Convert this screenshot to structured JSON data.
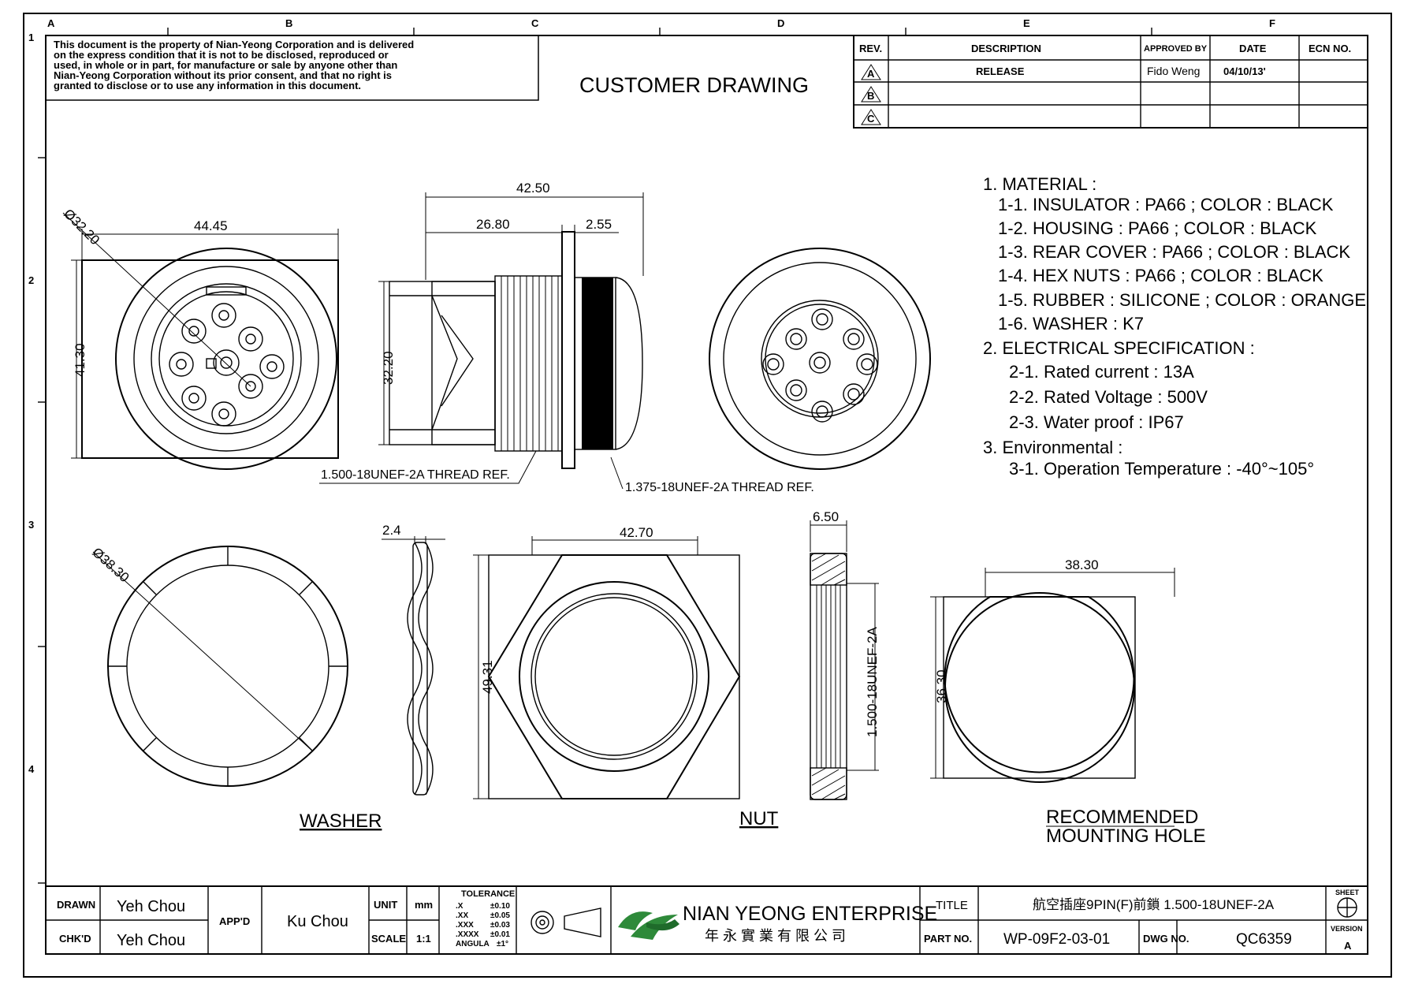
{
  "frame": {
    "col_markers": [
      "A",
      "B",
      "C",
      "D",
      "E",
      "F"
    ],
    "row_markers": [
      "1",
      "2",
      "3",
      "4"
    ]
  },
  "notice": [
    "This document is the property of Nian-Yeong Corporation and is delivered",
    "on   the   express  condition  that  it  is  not  to  be  disclosed,  reproduced  or",
    "used, in whole or in part, for manufacture or sale by anyone other than",
    "Nian-Yeong Corporation without  its prior consent, and that   no  right   is",
    "granted  to  disclose  or  to  use  any  information  in  this   document."
  ],
  "drawing_title": "CUSTOMER  DRAWING",
  "revision_table": {
    "headers": [
      "REV.",
      "DESCRIPTION",
      "APPROVED BY",
      "DATE",
      "ECN NO."
    ],
    "rows": [
      {
        "rev": "A",
        "description": "RELEASE",
        "approved": "Fido Weng",
        "date": "04/10/13'",
        "ecn": ""
      },
      {
        "rev": "B",
        "description": "",
        "approved": "",
        "date": "",
        "ecn": ""
      },
      {
        "rev": "C",
        "description": "",
        "approved": "",
        "date": "",
        "ecn": ""
      }
    ]
  },
  "specs": [
    "1.  MATERIAL  :",
    "1-1.  INSULATOR  :  PA66  ;  COLOR  :  BLACK",
    "1-2.  HOUSING  :  PA66  ;  COLOR  :  BLACK",
    "1-3.  REAR  COVER  :  PA66  ;  COLOR  :  BLACK",
    "1-4.  HEX  NUTS  :  PA66  ;  COLOR  :  BLACK",
    "1-5.  RUBBER  :  SILICONE  ;  COLOR  :  ORANGE",
    "1-6.  WASHER  :  K7",
    "2.  ELECTRICAL  SPECIFICATION  :",
    "2-1.  Rated  current  :  13A",
    "2-2.  Rated  Voltage  :  500V",
    "2-3.  Water  proof  :  IP67",
    "3.  Environmental  :",
    "3-1.  Operation  Temperature  :  -40°~105°"
  ],
  "dimensions": {
    "front_dia": "Ø32.20",
    "front_width": "44.45",
    "front_height": "41.30",
    "side_length": "42.50",
    "side_part": "26.80",
    "side_flange": "2.55",
    "side_height": "32.20",
    "thread_rear": "1.500-18UNEF-2A  THREAD  REF.",
    "thread_front": "1.375-18UNEF-2A  THREAD  REF.",
    "washer_dia": "Ø38.30",
    "washer_thk": "2.4",
    "nut_width": "42.70",
    "nut_height": "49.31",
    "nut_thk": "6.50",
    "nut_thread": "1.500-18UNEF-2A",
    "hole_width": "38.30",
    "hole_height": "36.30"
  },
  "view_labels": {
    "washer": "WASHER",
    "nut": "NUT",
    "hole_line1": "RECOMMENDED",
    "hole_line2": "MOUNTING  HOLE"
  },
  "title_block": {
    "drawn_label": "DRAWN",
    "drawn_value": "Yeh Chou",
    "chkd_label": "CHK'D",
    "chkd_value": "Yeh Chou",
    "appd_label": "APP'D",
    "appd_value": "Ku Chou",
    "unit_label": "UNIT",
    "unit_value": "mm",
    "scale_label": "SCALE",
    "scale_value": "1:1",
    "tolerance_title": "TOLERANCE",
    "tolerances": [
      {
        "k": ".X",
        "v": "±0.10"
      },
      {
        "k": ".XX",
        "v": "±0.05"
      },
      {
        "k": ".XXX",
        "v": "±0.03"
      },
      {
        "k": ".XXXX",
        "v": "±0.01"
      },
      {
        "k": "ANGULA",
        "v": "±1°"
      }
    ],
    "company_name": "NIAN YEONG ENTERPRISE",
    "company_chinese": "年 永 實 業 有 限 公 司",
    "title_label": "TITLE",
    "title_value": "航空插座9PIN(F)前鎖 1.500-18UNEF-2A",
    "part_label": "PART NO.",
    "part_value": "WP-09F2-03-01",
    "dwg_label": "DWG NO.",
    "dwg_value": "QC6359",
    "sheet_label": "SHEET",
    "version_label": "VERSION",
    "version_value": "A"
  }
}
